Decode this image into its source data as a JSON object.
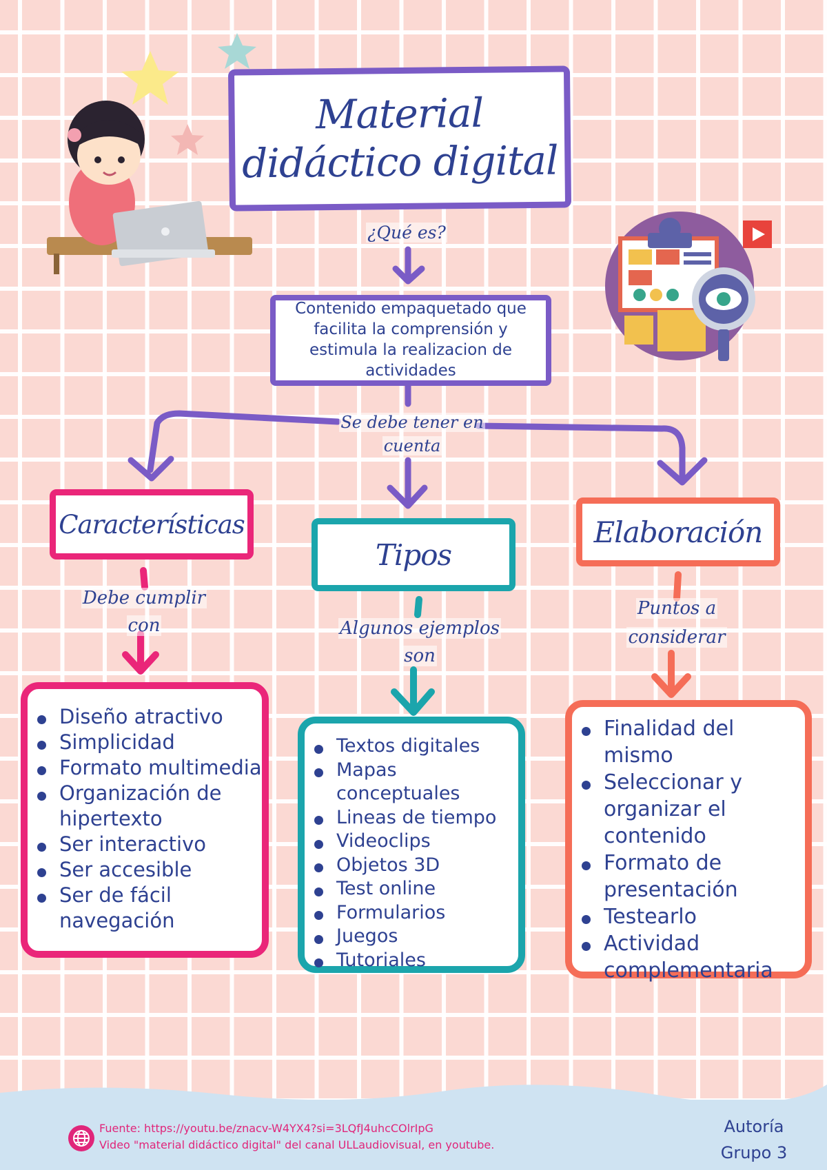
{
  "title": {
    "line1": "Material",
    "line2": "didáctico digital"
  },
  "connectors": {
    "que_es": "¿Qué es?",
    "tener_en_cuenta": {
      "line1": "Se debe tener en",
      "line2": "cuenta"
    },
    "debe_cumplir": {
      "line1": "Debe cumplir",
      "line2": "con"
    },
    "algunos_ejemplos": {
      "line1": "Algunos ejemplos",
      "line2": "son"
    },
    "puntos": {
      "line1": "Puntos a",
      "line2": "considerar"
    }
  },
  "definition": {
    "line1": "Contenido empaquetado que",
    "line2": "facilita la comprensión y",
    "line3": "estimula la realizacion de",
    "line4": "actividades"
  },
  "categories": {
    "caracteristicas": {
      "label": "Características",
      "items": [
        "Diseño atractivo",
        "Simplicidad",
        "Formato multimedia",
        "Organización  de hipertexto",
        "Ser interactivo",
        "Ser accesible",
        "Ser de fácil navegación"
      ]
    },
    "tipos": {
      "label": "Tipos",
      "items": [
        "Textos digitales",
        "Mapas conceptuales",
        "Lineas de tiempo",
        "Videoclips",
        "Objetos 3D",
        "Test online",
        "Formularios",
        "Juegos",
        "Tutoriales"
      ]
    },
    "elaboracion": {
      "label": "Elaboración",
      "items": [
        "Finalidad del mismo",
        "Seleccionar y organizar el contenido",
        "Formato de presentación",
        "Testearlo",
        "Actividad complementaria"
      ]
    }
  },
  "footer": {
    "source_line1": "Fuente: https://youtu.be/znacv-W4YX4?si=3LQfJ4uhcCOlrIpG",
    "source_line2": "Video \"material didáctico digital\" del canal ULLaudiovisual, en youtube.",
    "author_line1": "Autoría",
    "author_line2": "Grupo 3"
  },
  "colors": {
    "purple": "#7a5bc6",
    "pink": "#ea2679",
    "teal": "#1ba5ac",
    "coral": "#f56d57",
    "navy_text": "#2e4191",
    "background": "#fbd9d3"
  }
}
